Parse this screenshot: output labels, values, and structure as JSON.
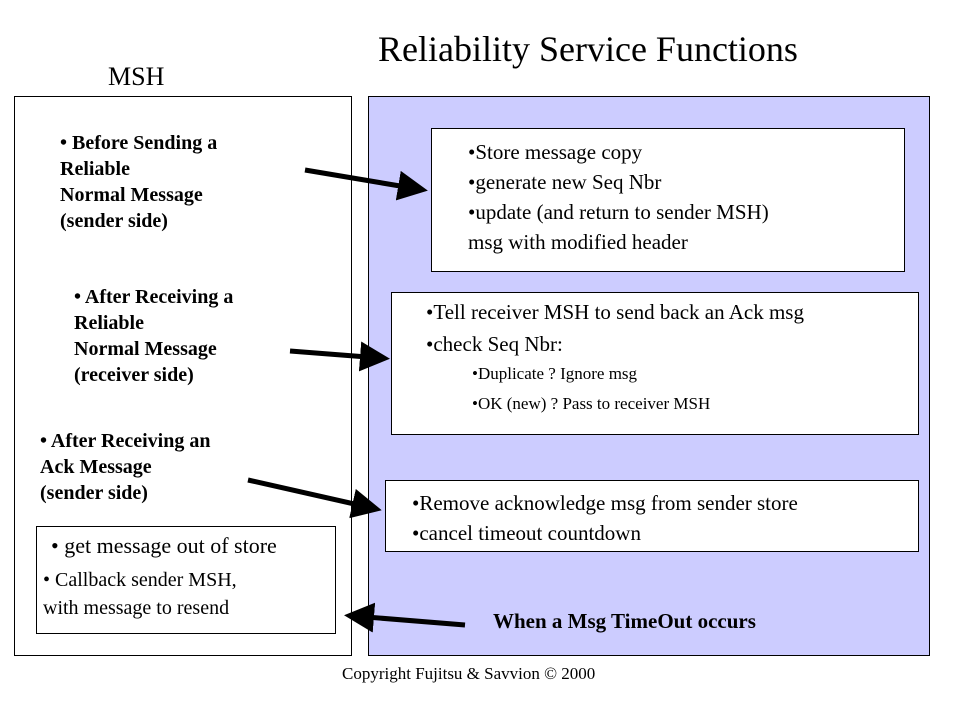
{
  "title": "Reliability Service Functions",
  "msh_label": "MSH",
  "left": {
    "before_sending": [
      "• Before Sending a",
      "Reliable",
      "Normal Message",
      "(sender side)"
    ],
    "after_receiving": [
      "• After Receiving a",
      "Reliable",
      "Normal Message",
      "(receiver side)"
    ],
    "after_ack": [
      "• After Receiving an",
      "Ack Message",
      "(sender side)"
    ],
    "callback_box": {
      "line1": "• get message out of store",
      "line2": "• Callback sender MSH,",
      "line3": "with message to resend"
    }
  },
  "right": {
    "store_box": [
      "•Store message copy",
      "•generate new Seq Nbr",
      "•update (and return to sender MSH)",
      "msg with modified header"
    ],
    "receiver_box": {
      "line1": "•Tell receiver MSH to send back an Ack msg",
      "line2": "•check Seq Nbr:",
      "sub1": "•Duplicate ? Ignore msg",
      "sub2": "•OK (new) ? Pass to receiver MSH"
    },
    "ack_box": [
      "•Remove acknowledge msg from sender store",
      "•cancel timeout countdown"
    ],
    "timeout_label": "When a Msg TimeOut occurs"
  },
  "copyright": "Copyright Fujitsu & Savvion ©  2000"
}
